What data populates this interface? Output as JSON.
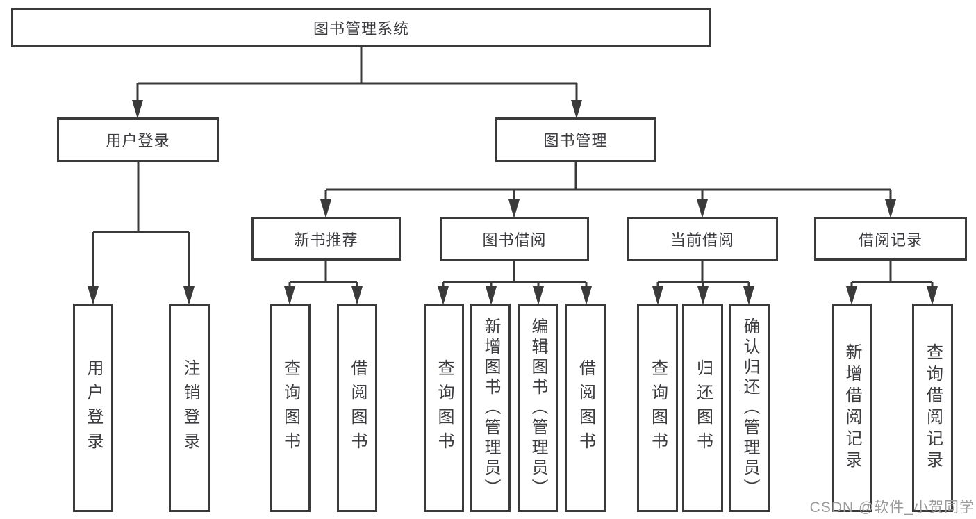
{
  "tree": {
    "root": {
      "label": "图书管理系统"
    },
    "branches": [
      {
        "label": "用户登录",
        "leaves": [
          {
            "label": "用户登录"
          },
          {
            "label": "注销登录"
          }
        ]
      },
      {
        "label": "图书管理",
        "groups": [
          {
            "label": "新书推荐",
            "leaves": [
              {
                "label": "查询图书"
              },
              {
                "label": "借阅图书"
              }
            ]
          },
          {
            "label": "图书借阅",
            "leaves": [
              {
                "label": "查询图书"
              },
              {
                "label": "新增图书（管理员）"
              },
              {
                "label": "编辑图书（管理员）"
              },
              {
                "label": "借阅图书"
              }
            ]
          },
          {
            "label": "当前借阅",
            "leaves": [
              {
                "label": "查询图书"
              },
              {
                "label": "归还图书"
              },
              {
                "label": "确认归还（管理员）"
              }
            ]
          },
          {
            "label": "借阅记录",
            "leaves": [
              {
                "label": "新增借阅记录"
              },
              {
                "label": "查询借阅记录"
              }
            ]
          }
        ]
      }
    ]
  },
  "colors": {
    "line": "#3a3a3a",
    "text": "#3d3d41",
    "watermark": "#9b9b9b"
  },
  "watermark": {
    "text": "CSDN @软件_小贺同学"
  }
}
